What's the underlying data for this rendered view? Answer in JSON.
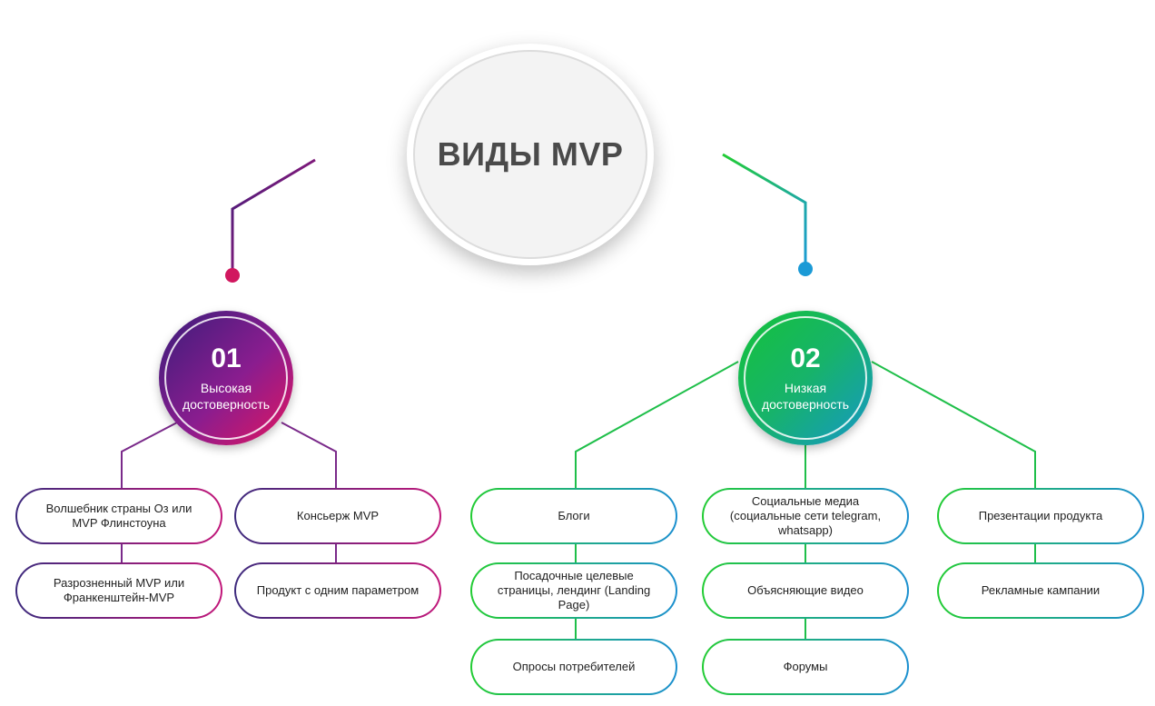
{
  "title": "ВИДЫ MVP",
  "branches": [
    {
      "number": "01",
      "label": "Высокая достоверность",
      "items": [
        "Волшебник страны Оз или MVP Флинстоуна",
        "Разрозненный MVP или Франкенштейн-MVP",
        "Консьерж MVP",
        "Продукт с одним параметром"
      ]
    },
    {
      "number": "02",
      "label": "Низкая достоверность",
      "items": [
        "Блоги",
        "Посадочные целевые страницы, лендинг (Landing Page)",
        "Опросы потребителей",
        "Социальные медиа (социальные сети telegram, whatsapp)",
        "Объясняющие видео",
        "Форумы",
        "Презентации продукта",
        "Рекламные кампании"
      ]
    }
  ],
  "colors": {
    "high_start": "#3a1d7a",
    "high_end": "#e3155f",
    "low_start": "#14c23a",
    "low_end": "#1597c9",
    "title": "#4a4a4a"
  }
}
